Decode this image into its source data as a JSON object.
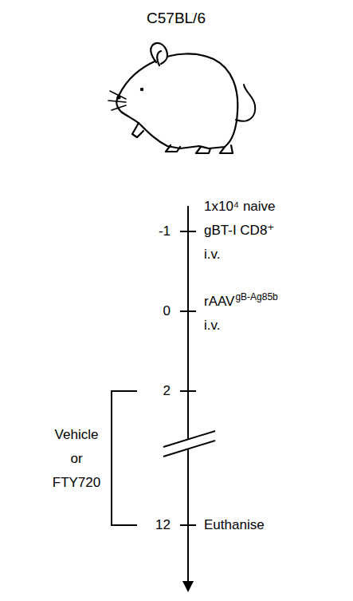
{
  "diagram": {
    "title": "C57BL/6",
    "labels": [
      "-1",
      "1x10⁴ naive gBT-I CD8⁺ i.v.",
      "0",
      "rAAV",
      "gB-Ag85b",
      "i.v.",
      "2",
      "Vehicle or FTY720",
      "12",
      "Euthanise"
    ]
  }
}
